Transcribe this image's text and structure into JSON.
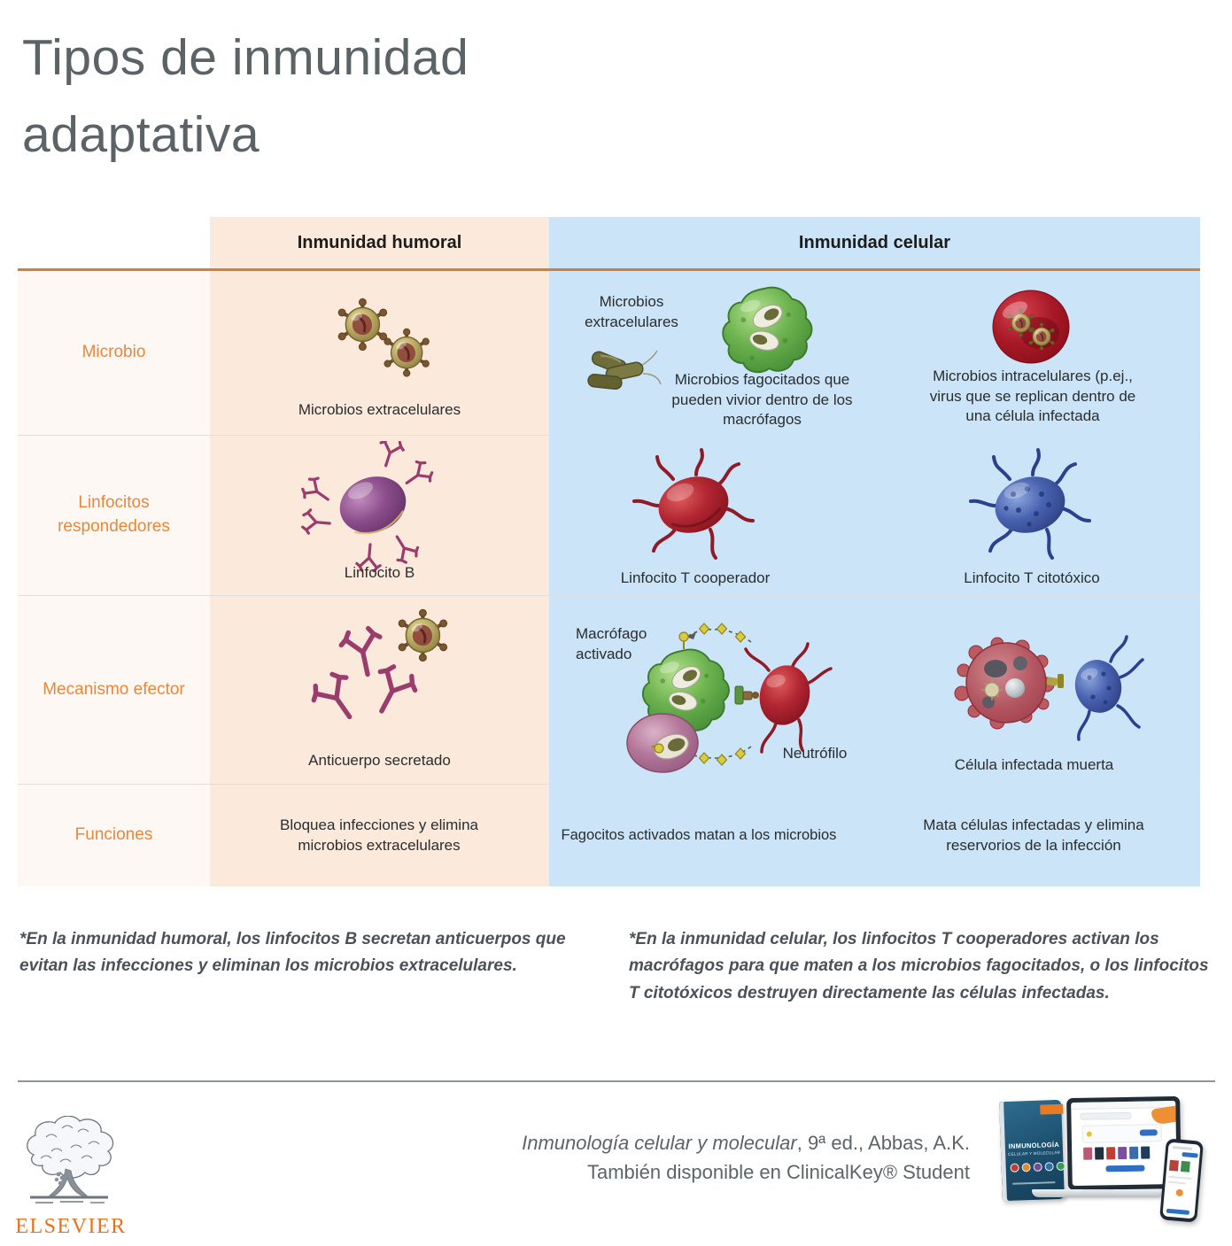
{
  "title": {
    "line1": "Tipos de inmunidad",
    "line2": "adaptativa"
  },
  "table": {
    "headers": {
      "humoral": "Inmunidad humoral",
      "celular": "Inmunidad celular"
    },
    "row_labels": {
      "microbio": "Microbio",
      "linfocitos": "Linfocitos respondedores",
      "mecanismo": "Mecanismo efector",
      "funciones": "Funciones"
    },
    "microbio": {
      "humoral_caption": "Microbios extracelulares",
      "celular_extracelulares_label": "Microbios extracelulares",
      "celular_fagocitados_caption": "Microbios fagocitados que pueden vivior dentro de los macrófagos",
      "celular_intracelulares_caption": "Microbios intracelulares (p.ej., virus que se replican dentro de una célula infectada"
    },
    "linfocitos": {
      "humoral_caption": "Linfocito B",
      "celular_cooperador_caption": "Linfocito T cooperador",
      "celular_citotoxico_caption": "Linfocito T citotóxico"
    },
    "mecanismo": {
      "humoral_caption": "Anticuerpo secretado",
      "celular_macrofago_label": "Macrófago activado",
      "celular_neutrofilo_label": "Neutrófilo",
      "celular_celula_caption": "Célula infectada muerta"
    },
    "funciones": {
      "humoral_caption": "Bloquea infecciones y elimina microbios extracelulares",
      "celular_fagocitos_caption": "Fagocitos activados matan a los microbios",
      "celular_mata_caption": "Mata células infectadas y elimina reservorios de la infección"
    }
  },
  "footnotes": {
    "humoral": "*En la inmunidad humoral, los linfocitos B secretan anticuerpos que evitan las infecciones y eliminan los microbios extracelulares.",
    "celular": "*En la inmunidad celular, los linfocitos T cooperadores activan los macrófagos para que maten a los microbios fagocitados, o los linfocitos T citotóxicos destruyen directamente las células infectadas."
  },
  "footer": {
    "logo_text": "ELSEVIER",
    "citation_title": "Inmunología celular y molecular",
    "citation_rest": ", 9ª ed., Abbas, A.K.",
    "citation_line2": "También disponible en ClinicalKey® Student",
    "book_cover_line1": "INMUNOLOGÍA",
    "book_cover_line2": "CELULAR Y MOLECULAR"
  },
  "icons": {
    "spiky_microbe": "spiky-microbe-icon",
    "bacteria": "bacteria-icon",
    "macrophage": "macrophage-icon",
    "infected_red_cell": "infected-cell-icon",
    "b_lymphocyte": "b-lymphocyte-icon",
    "helper_t_cell": "helper-t-cell-icon",
    "cytotoxic_t_cell": "cytotoxic-t-cell-icon",
    "antibody": "antibody-icon",
    "elsevier_tree": "elsevier-tree-icon",
    "devices": "book-laptop-phone-illustration"
  },
  "colors": {
    "accent_orange": "#E8873C",
    "header_rule": "#D0803C",
    "humoral_bg": "#FBEADC",
    "celular_bg": "#CBE4F7",
    "label_col_bg": "#FDF8F3",
    "title_gray": "#5C6367",
    "text_dark": "#2A2D2F",
    "footnote_gray": "#4B5156",
    "elsevier_orange": "#E9711C"
  }
}
